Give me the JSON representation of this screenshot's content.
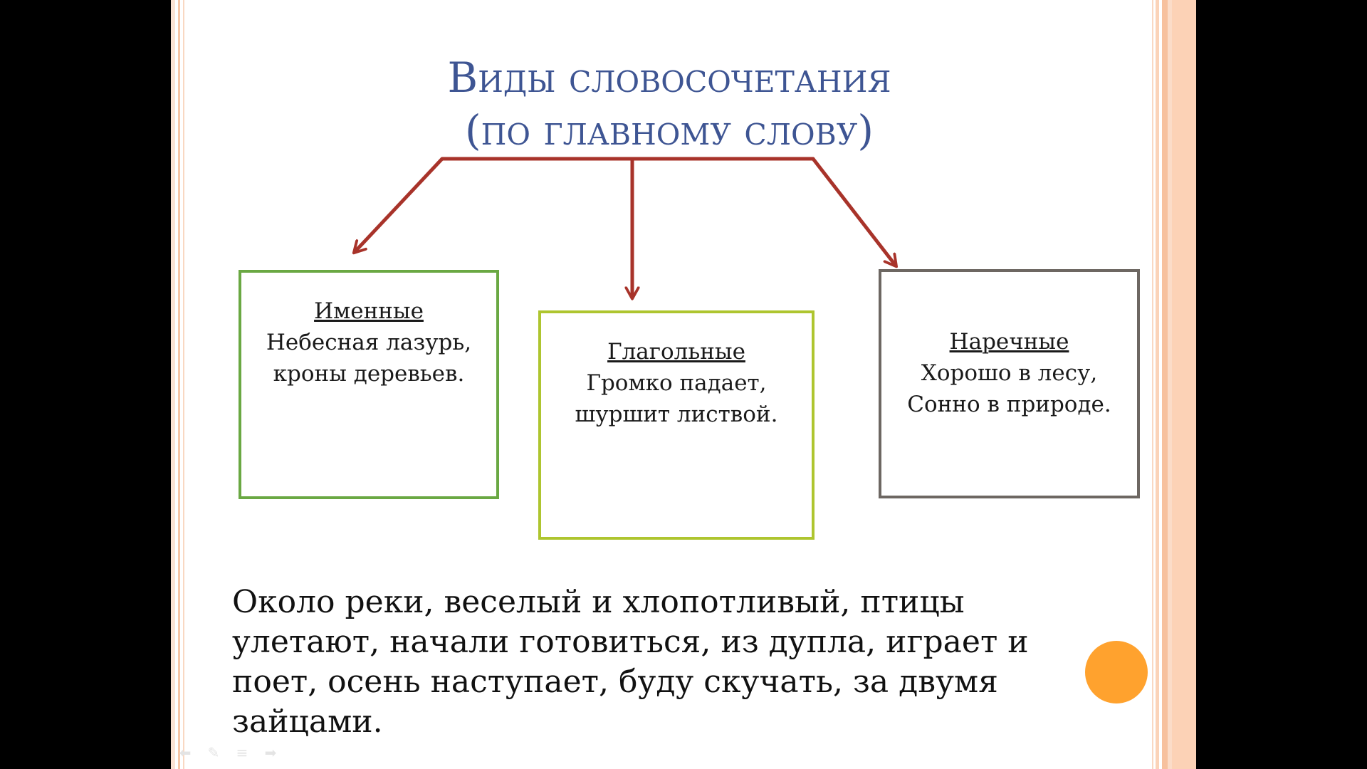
{
  "slide": {
    "title_lines": [
      "Виды словосочетания",
      "(по главному слову)"
    ],
    "boxes": [
      {
        "heading": "Именные",
        "lines": [
          "Небесная лазурь,",
          "кроны деревьев."
        ]
      },
      {
        "heading": "Глагольные",
        "lines": [
          "Громко падает,",
          "шуршит листвой."
        ]
      },
      {
        "heading": "Наречные",
        "lines": [
          "Хорошо в лесу,",
          "Сонно в природе."
        ]
      }
    ],
    "body_lines": [
      "Около реки, веселый и хлопотливый, птицы",
      "улетают,  начали готовиться, из дупла, играет и",
      "поет, осень наступает, буду скучать, за двумя",
      "зайцами."
    ]
  },
  "colors": {
    "title": "#3e5593",
    "arrow": "#a8332a",
    "box_1_border": "#6aa843",
    "box_2_border": "#aec52f",
    "box_3_border": "#6d6762",
    "accent_circle": "#ffa22e"
  },
  "controls": {
    "icons": [
      "previous-slide-icon",
      "pen-icon",
      "menu-icon",
      "next-slide-icon"
    ]
  }
}
